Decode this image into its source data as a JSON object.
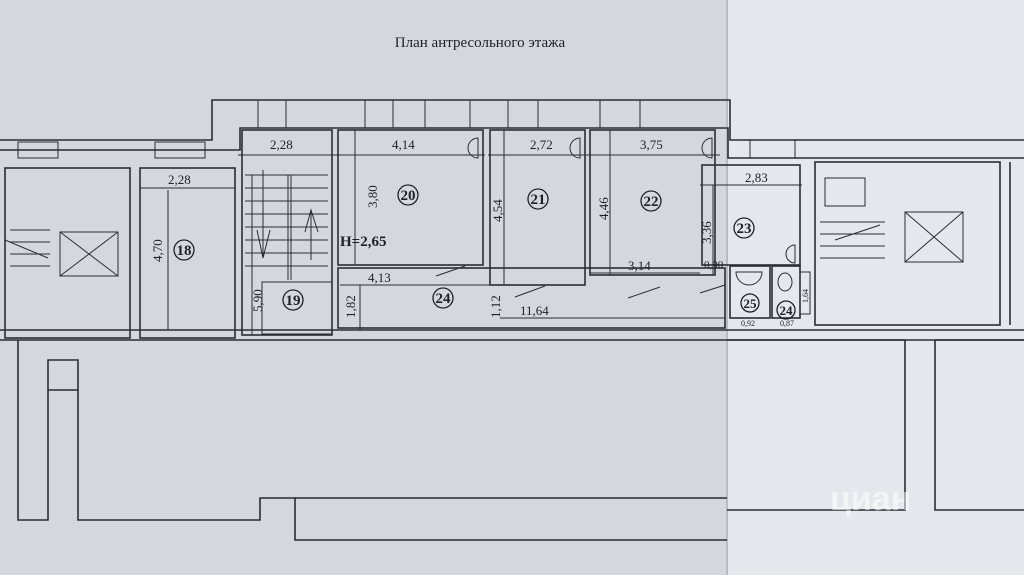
{
  "title": "План антресольного этажа",
  "height_note": "H=2,65",
  "rooms": [
    {
      "number": "18"
    },
    {
      "number": "19"
    },
    {
      "number": "20"
    },
    {
      "number": "21"
    },
    {
      "number": "22"
    },
    {
      "number": "23"
    },
    {
      "number": "24"
    },
    {
      "number": "25"
    },
    {
      "number": "24"
    }
  ],
  "dimensions": {
    "room18_width": "2,28",
    "room18_length": "4,70",
    "stair_width": "2,28",
    "stair_length": "5,90",
    "room20_width": "4,14",
    "room20_length": "3,80",
    "room21_width": "2,72",
    "room21_length": "4,54",
    "room22_width": "3,75",
    "room22_length": "4,46",
    "room22_inner": "3,14",
    "room23_width": "2,83",
    "room23_length": "3,36",
    "room23_gap": "0,90",
    "corridor_part_width": "4,13",
    "corridor_depth": "1,82",
    "corridor_length": "11,64",
    "corridor_offset": "1,12",
    "wc25_width": "0,92",
    "wc24_width": "0,87",
    "wc_length": "1,64"
  },
  "watermark": "циан",
  "colors": {
    "paper_left": "#d4d8de",
    "paper_right": "#e4e7eb",
    "ink": "#2a2d33"
  }
}
